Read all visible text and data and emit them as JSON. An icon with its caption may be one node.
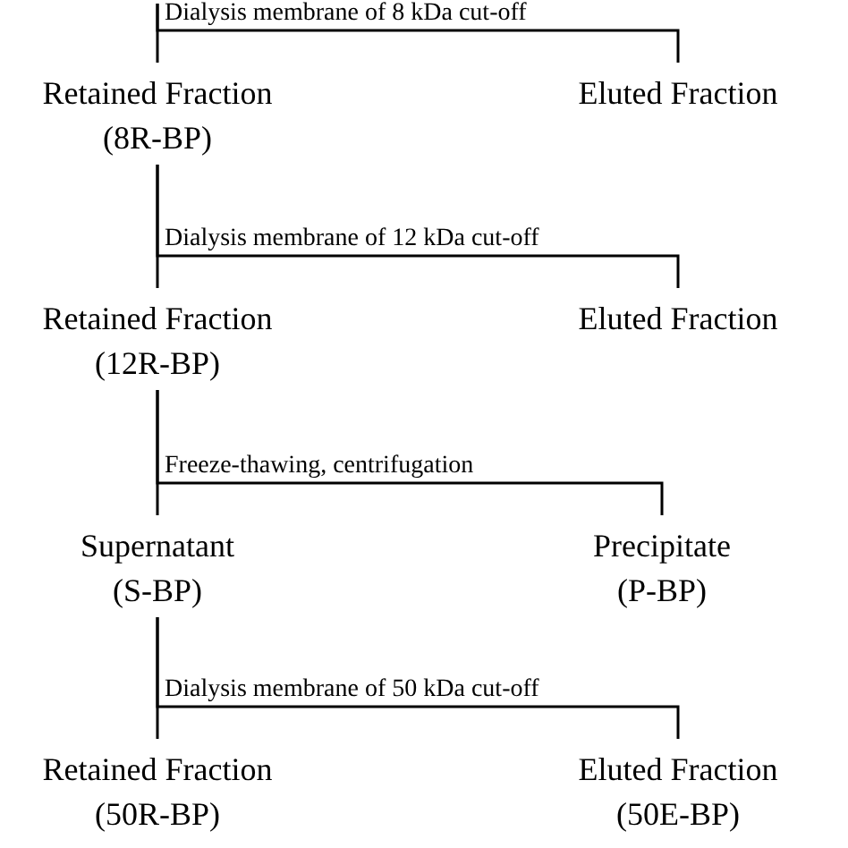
{
  "diagram": {
    "nodes": [
      {
        "text": [
          "Retained Fraction",
          "(8R-BP)"
        ]
      },
      {
        "text": [
          "Eluted Fraction"
        ]
      },
      {
        "text": [
          "Retained Fraction",
          "(12R-BP)"
        ]
      },
      {
        "text": [
          "Eluted Fraction"
        ]
      },
      {
        "text": [
          "Supernatant",
          "(S-BP)"
        ]
      },
      {
        "text": [
          "Precipitate",
          "(P-BP)"
        ]
      },
      {
        "text": [
          "Retained Fraction",
          "(50R-BP)"
        ]
      },
      {
        "text": [
          "Eluted Fraction",
          "(50E-BP)"
        ]
      }
    ],
    "edges": [
      {
        "from": null,
        "to": 0,
        "arrow": "none"
      },
      {
        "from": null,
        "to": 1,
        "arrow": "none",
        "label": "Dialysis membrane of 8 kDa cut-off"
      },
      {
        "from": 0,
        "to": 2,
        "arrow": "none"
      },
      {
        "from": 0,
        "to": 3,
        "arrow": "none",
        "label": "Dialysis membrane of 12 kDa cut-off"
      },
      {
        "from": 2,
        "to": 4,
        "arrow": "none"
      },
      {
        "from": 2,
        "to": 5,
        "arrow": "none",
        "label": "Freeze-thawing, centrifugation"
      },
      {
        "from": 4,
        "to": 6,
        "arrow": "none"
      },
      {
        "from": 4,
        "to": 7,
        "arrow": "none",
        "label": "Dialysis membrane of 50 kDa cut-off"
      }
    ]
  }
}
